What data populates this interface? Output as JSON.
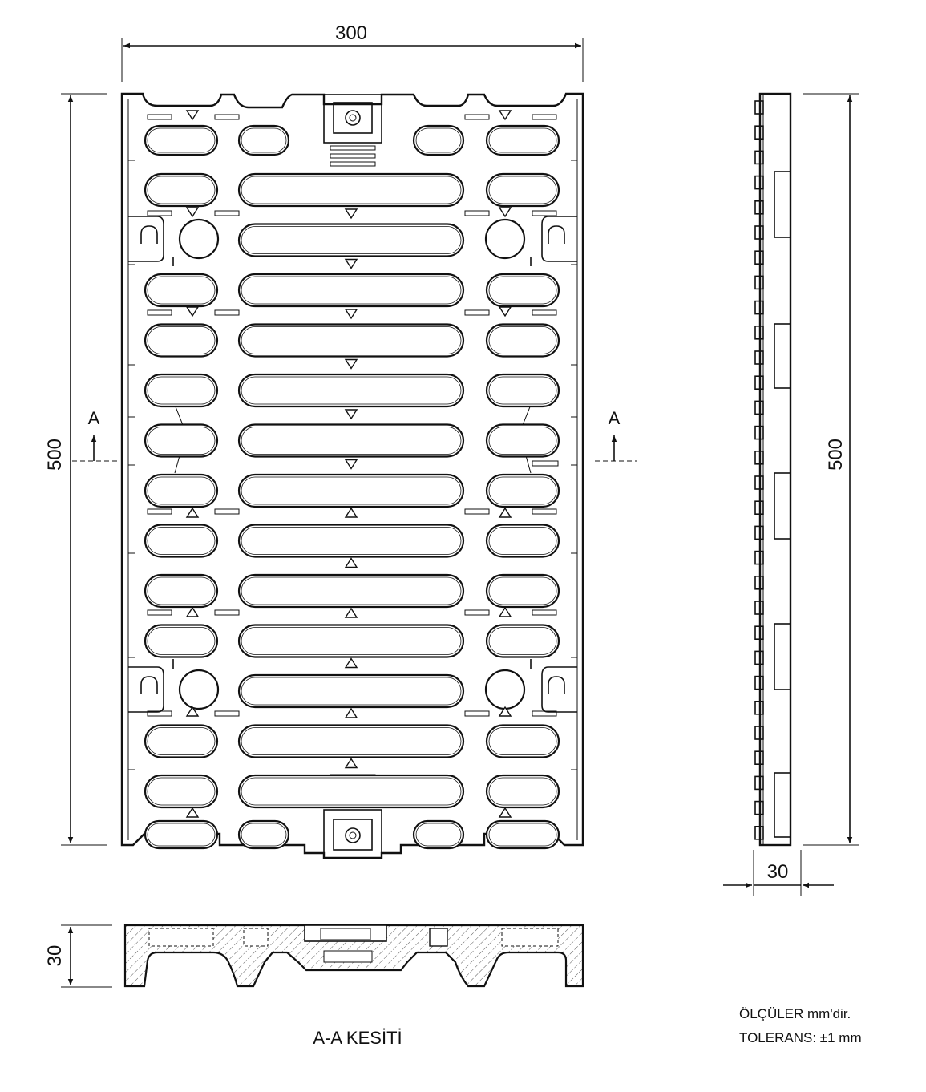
{
  "dimensions": {
    "top_width": "300",
    "left_height": "500",
    "right_height": "500",
    "side_depth": "30",
    "section_depth": "30"
  },
  "section_markers": {
    "left": "A",
    "right": "A"
  },
  "section_title": "A-A  KESİTİ",
  "notes": {
    "units": "ÖLÇÜLER  mm'dir.",
    "tolerance": "TOLERANS: ±1 mm"
  }
}
